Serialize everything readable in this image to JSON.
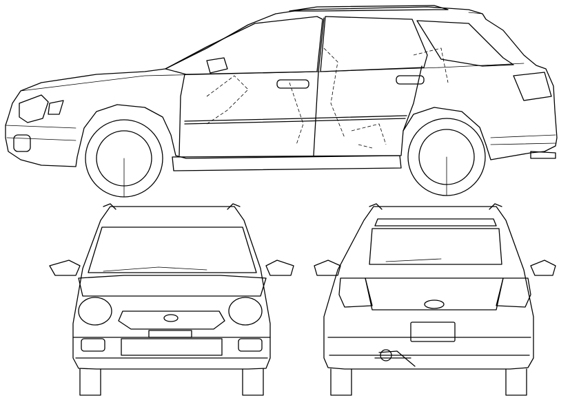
{
  "drawing": {
    "subject": "car-blueprint",
    "views": [
      "side",
      "front",
      "rear"
    ],
    "line_color": "#000000",
    "background_color": "#ffffff"
  }
}
